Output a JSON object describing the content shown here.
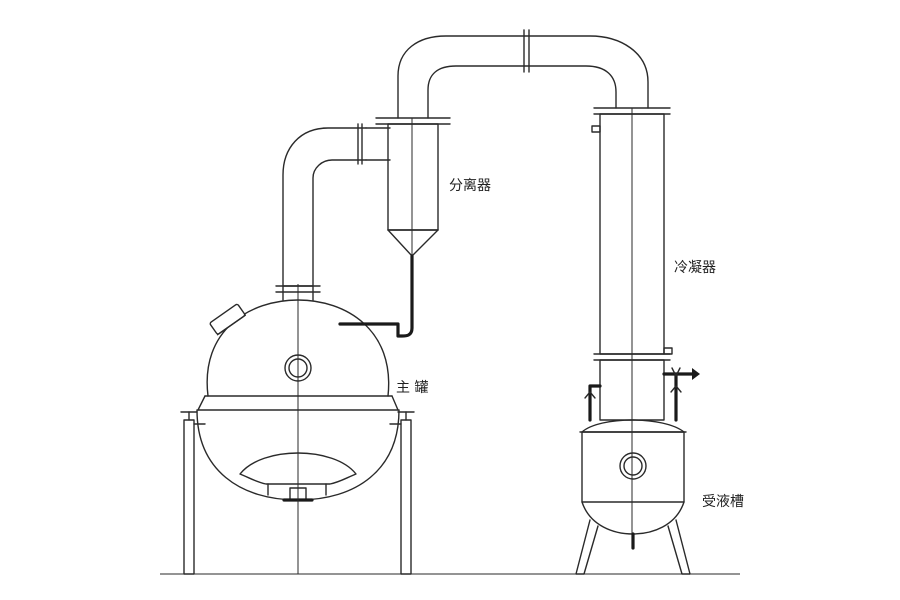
{
  "labels": {
    "separator": "分离器",
    "condenser": "冷凝器",
    "main_tank": "主 罐",
    "receiver": "受液槽"
  },
  "colors": {
    "line": "#2a2a2a",
    "background": "#ffffff"
  }
}
